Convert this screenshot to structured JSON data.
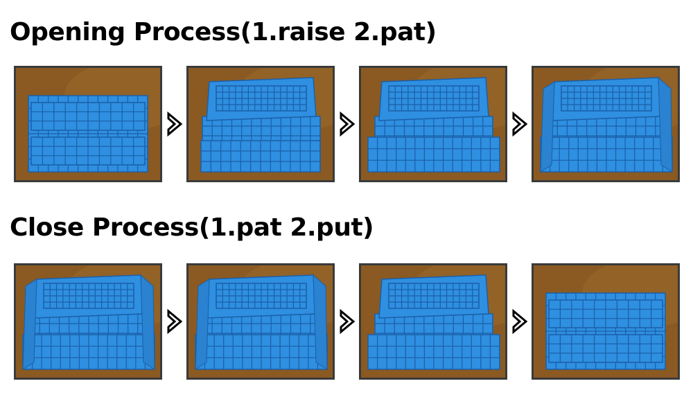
{
  "sections": [
    {
      "title": "Opening Process(1.raise 2.pat)",
      "steps": [
        "folded",
        "one-side-raised",
        "two-sides-raised",
        "open"
      ]
    },
    {
      "title": "Close Process(1.pat 2.put)",
      "steps": [
        "open",
        "one-side-lowered",
        "two-sides-lowered",
        "folded"
      ]
    }
  ],
  "colors": {
    "crate": "#2f8fe0",
    "table": "#8a5a22",
    "frame": "#3a3a3a"
  }
}
